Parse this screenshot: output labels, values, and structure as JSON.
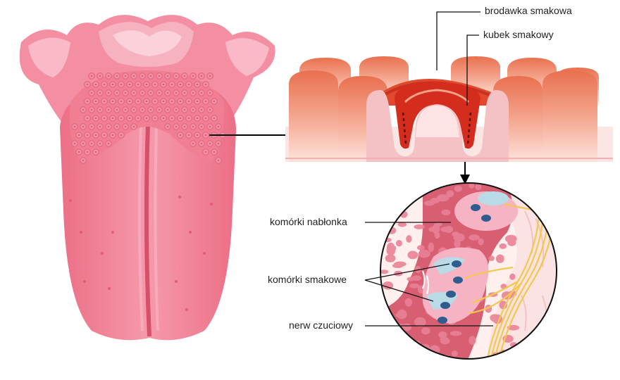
{
  "labels": {
    "taste_papilla": "brodawka smakowa",
    "taste_bud": "kubek smakowy",
    "epithelial_cells": "komórki nabłonka",
    "taste_cells": "komórki smakowe",
    "sensory_nerve": "nerw czuciowy"
  },
  "colors": {
    "tongue_main": "#f07f94",
    "tongue_light": "#f5a3b2",
    "tongue_dark": "#e0566f",
    "papilla_orange": "#ea7a5c",
    "taste_bud_red": "#c9301f",
    "nerve_yellow": "#f2c94c",
    "cell_blue": "#2f5c8f",
    "cell_lightblue": "#b9dbe8"
  }
}
